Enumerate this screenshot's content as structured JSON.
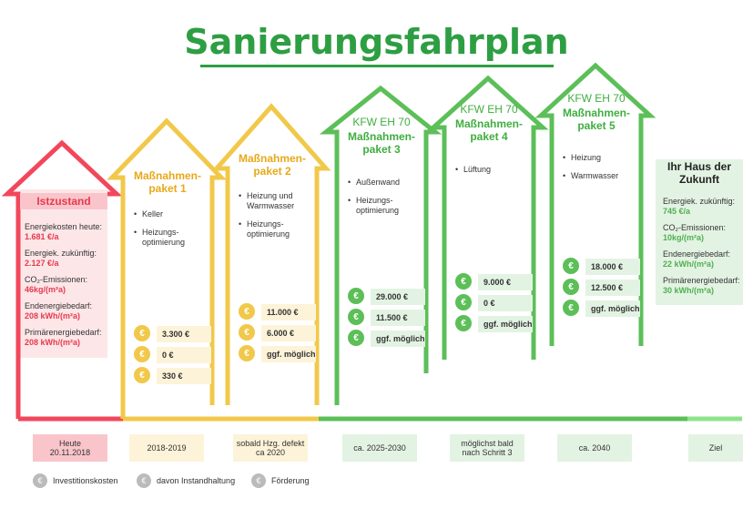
{
  "title": "Sanierungsfahrplan",
  "colors": {
    "red": "#f2475b",
    "yellow": "#f1c84a",
    "green": "#5cbf58",
    "light_green": "#8de38a",
    "title_green": "#2e9e43",
    "red_bg": "#fde6e8",
    "yellow_bg": "#fdf3d8",
    "green_bg": "#e3f3e3"
  },
  "istzustand": {
    "title": "Istzustand",
    "metrics": [
      {
        "label": "Energiekosten heute:",
        "value": "1.681 €/a"
      },
      {
        "label": "Energiek. zukünftig:",
        "value": "2.127 €/a"
      },
      {
        "label": "CO₂-Emissionen:",
        "value": "46kg/(m²a)"
      },
      {
        "label": "Endenergiebedarf:",
        "value": "208 kWh/(m²a)"
      },
      {
        "label": "Primärenergiebedarf:",
        "value": "208 kWh/(m²a)"
      }
    ]
  },
  "pakete": [
    {
      "subtitle": "",
      "title": "Maßnahmen-\npaket 1",
      "items": [
        "Keller",
        "Heizungs-\noptimierung"
      ],
      "costs": [
        "3.300 €",
        "0 €",
        "330 €"
      ]
    },
    {
      "subtitle": "",
      "title": "Maßnahmen-\npaket 2",
      "items": [
        "Heizung und\nWarmwasser",
        "Heizungs-\noptimierung"
      ],
      "costs": [
        "11.000 €",
        "6.000 €",
        "ggf. möglich"
      ]
    },
    {
      "subtitle": "KFW EH 70",
      "title": "Maßnahmen-\npaket 3",
      "items": [
        "Außenwand",
        "Heizungs-\noptimierung"
      ],
      "costs": [
        "29.000 €",
        "11.500 €",
        "ggf. möglich"
      ]
    },
    {
      "subtitle": "KFW EH 70",
      "title": "Maßnahmen-\npaket 4",
      "items": [
        "Lüftung"
      ],
      "costs": [
        "9.000 €",
        "0 €",
        "ggf. möglich"
      ]
    },
    {
      "subtitle": "KFW EH 70",
      "title": "Maßnahmen-\npaket 5",
      "items": [
        "Heizung",
        "Warmwasser"
      ],
      "costs": [
        "18.000 €",
        "12.500 €",
        "ggf. möglich"
      ]
    }
  ],
  "zukunft": {
    "title": "Ihr Haus der\nZukunft",
    "metrics": [
      {
        "label": "Energiek. zukünftig:",
        "value": "745 €/a"
      },
      {
        "label": "CO₂-Emissionen:",
        "value": "10kg/(m²a)"
      },
      {
        "label": "Endenergiebedarf:",
        "value": "22 kWh/(m²a)"
      },
      {
        "label": "Primärenergiebedarf:",
        "value": "30 kWh/(m²a)"
      }
    ]
  },
  "timeline": [
    "Heute\n20.11.2018",
    "2018-2019",
    "sobald Hzg. defekt\nca 2020",
    "ca. 2025-2030",
    "möglichst bald\nnach Schritt 3",
    "ca. 2040",
    "Ziel"
  ],
  "legend": [
    "Investitionskosten",
    "davon Instandhaltung",
    "Förderung"
  ],
  "icons": [
    "euro-icon",
    "wrench-euro-icon",
    "hand-euro-icon"
  ]
}
